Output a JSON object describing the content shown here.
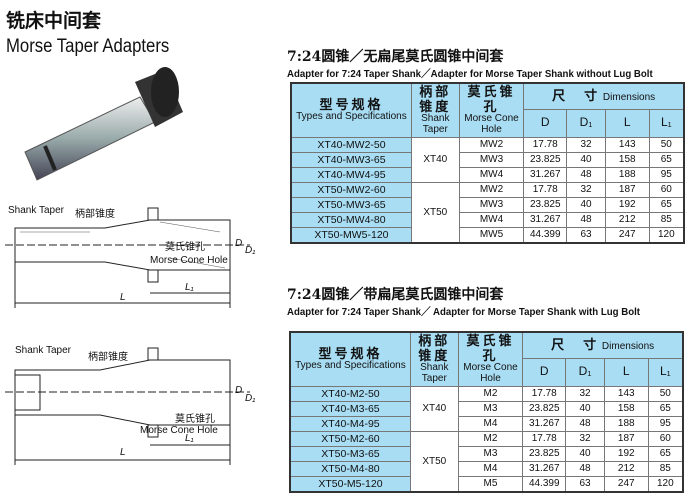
{
  "title_cn": "铣床中间套",
  "title_en": "Morse Taper Adapters",
  "diagram_labels": {
    "shank_taper": "Shank Taper",
    "shank_taper_cn": "柄部锥度",
    "morse_cn": "莫氏锥孔",
    "morse_en": "Morse Cone Hole",
    "D": "D",
    "D1": "D₁",
    "L": "L",
    "L1": "L₁"
  },
  "headers": {
    "type_cn": "型号规格",
    "type_en": "Types and Specifications",
    "shank_cn": "柄部锥度",
    "shank_en": "Shank Taper",
    "morse_cn": "莫氏锥孔",
    "morse_en": "Morse Cone Hole",
    "dim_cn": "尺　寸",
    "dim_en": "Dimensions",
    "D": "D",
    "D1": "D₁",
    "L": "L",
    "L1": "L₁"
  },
  "tables": [
    {
      "title_cn": "7:24圆锥／无扁尾莫氏圆锥中间套",
      "title_en": "Adapter for 7:24 Taper Shank／Adapter for Morse Taper Shank without Lug Bolt",
      "groups": [
        "XT40",
        "XT50"
      ],
      "rows": [
        [
          "XT40-MW2-50",
          "MW2",
          "17.78",
          "32",
          "143",
          "50"
        ],
        [
          "XT40-MW3-65",
          "MW3",
          "23.825",
          "40",
          "158",
          "65"
        ],
        [
          "XT40-MW4-95",
          "MW4",
          "31.267",
          "48",
          "188",
          "95"
        ],
        [
          "XT50-MW2-60",
          "MW2",
          "17.78",
          "32",
          "187",
          "60"
        ],
        [
          "XT50-MW3-65",
          "MW3",
          "23.825",
          "40",
          "192",
          "65"
        ],
        [
          "XT50-MW4-80",
          "MW4",
          "31.267",
          "48",
          "212",
          "85"
        ],
        [
          "XT50-MW5-120",
          "MW5",
          "44.399",
          "63",
          "247",
          "120"
        ]
      ]
    },
    {
      "title_cn": "7:24圆锥／带扁尾莫氏圆锥中间套",
      "title_en": "Adapter for 7:24 Taper Shank／ Adapter for Morse Taper Shank with Lug Bolt",
      "groups": [
        "XT40",
        "XT50"
      ],
      "rows": [
        [
          "XT40-M2-50",
          "M2",
          "17.78",
          "32",
          "143",
          "50"
        ],
        [
          "XT40-M3-65",
          "M3",
          "23.825",
          "40",
          "158",
          "65"
        ],
        [
          "XT40-M4-95",
          "M4",
          "31.267",
          "48",
          "188",
          "95"
        ],
        [
          "XT50-M2-60",
          "M2",
          "17.78",
          "32",
          "187",
          "60"
        ],
        [
          "XT50-M3-65",
          "M3",
          "23.825",
          "40",
          "192",
          "65"
        ],
        [
          "XT50-M4-80",
          "M4",
          "31.267",
          "48",
          "212",
          "85"
        ],
        [
          "XT50-M5-120",
          "M5",
          "44.399",
          "63",
          "247",
          "120"
        ]
      ]
    }
  ]
}
